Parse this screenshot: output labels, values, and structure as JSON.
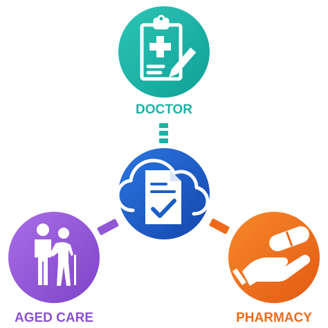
{
  "nodes": {
    "doctor": {
      "label": "DOCTOR",
      "color": "#1bb3a5",
      "icon": "clipboard-medical-icon"
    },
    "center": {
      "label": "",
      "color": "#1a5fc8",
      "icon": "cloud-document-check-icon"
    },
    "aged_care": {
      "label": "AGED CARE",
      "color": "#9257d6",
      "icon": "elderly-couple-icon"
    },
    "pharmacy": {
      "label": "PHARMACY",
      "color": "#ee6a1b",
      "icon": "hand-capsule-icon"
    }
  },
  "label_colors": {
    "doctor": "#1bb3a5",
    "aged_care": "#8a4fd2",
    "pharmacy": "#ee6a1b"
  }
}
